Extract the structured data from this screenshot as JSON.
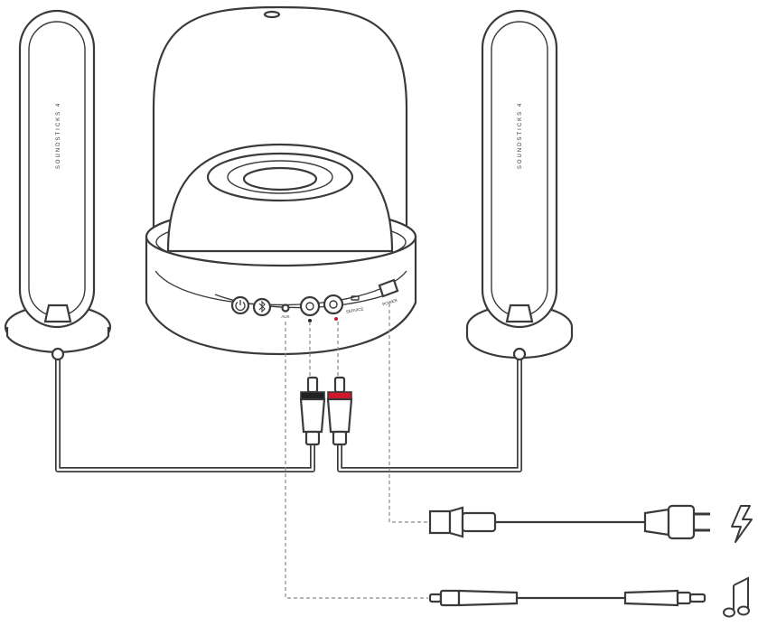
{
  "diagram": {
    "speaker_label_left": "SOUNDSTICKS 4",
    "speaker_label_right": "SOUNDSTICKS 4",
    "port_labels": {
      "aux": "AUX",
      "service": "SERVICE",
      "power": "POWER"
    },
    "icons": {
      "power_button": "power-icon",
      "bluetooth_button": "bluetooth-icon",
      "power_supply": "lightning-icon",
      "audio_input": "music-note-icon"
    },
    "colors": {
      "line": "#3a3a3a",
      "rca_left_band": "#222222",
      "rca_right_band": "#d0182a",
      "dashed_guide": "#8a8a8a"
    }
  }
}
